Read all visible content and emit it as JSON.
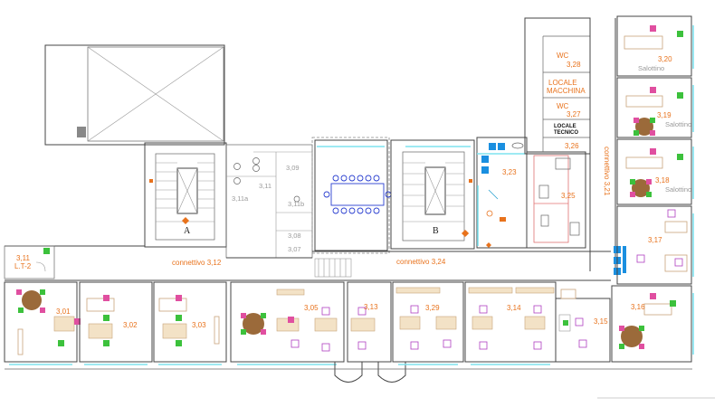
{
  "rooms": {
    "r_3_20": "3,20",
    "r_3_28": "3,28",
    "r_3_19": "3,19",
    "r_3_27": "3,27",
    "r_3_26": "3,26",
    "r_3_18": "3,18",
    "r_3_23": "3,23",
    "r_3_25": "3,25",
    "r_3_09": "3,09",
    "r_3_11": "3,11",
    "r_3_11a": "3,11a",
    "r_3_11b": "3,11b",
    "r_3_08": "3,08",
    "r_3_07": "3,07",
    "r_3_17": "3,17",
    "r_3_11_lt": "3,11",
    "r_lt2": "L.T-2",
    "r_3_01": "3,01",
    "r_3_02": "3,02",
    "r_3_03": "3,03",
    "r_3_05": "3,05",
    "r_3_13": "3,13",
    "r_3_29": "3,29",
    "r_3_14": "3,14",
    "r_3_15": "3,15",
    "r_3_16": "3,16"
  },
  "labels": {
    "wc_top": "WC",
    "wc_mid": "WC",
    "locale_macchina_1": "LOCALE",
    "locale_macchina_2": "MACCHINA",
    "locale_tecnico_1": "LOCALE",
    "locale_tecnico_2": "TECNICO",
    "salottino_1": "Salottino",
    "salottino_2": "Salottino",
    "salottino_3": "Salottino",
    "connettivo_3_21": "connettivo 3,21",
    "connettivo_3_12": "connettivo 3,12",
    "connettivo_3_24": "connettivo 3,24",
    "stair_a": "A",
    "stair_b": "B"
  },
  "colors": {
    "room_label": "#e8721c",
    "window": "#7fe3ef",
    "meeting_chair": "#2a3fd0",
    "chair_green": "#3cc13c",
    "chair_pink": "#e04fa0",
    "chair_purple": "#b03fc0",
    "round_table": "#9b6a3a",
    "equipment_blue": "#1a8fe0"
  }
}
